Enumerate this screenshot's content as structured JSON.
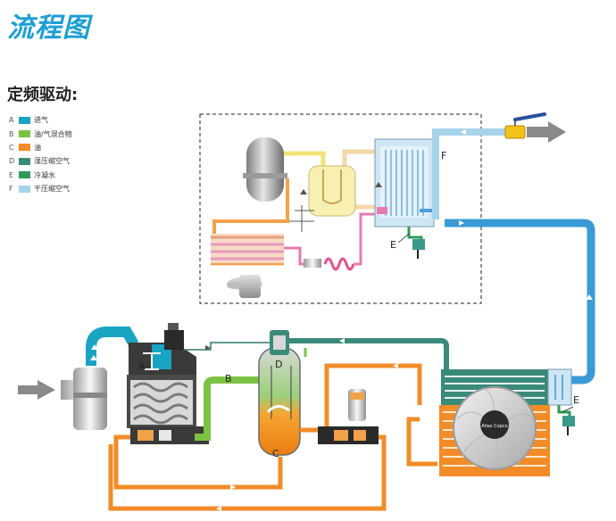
{
  "title": "流程图",
  "subtitle": "定频驱动:",
  "legend": [
    {
      "key": "A",
      "label": "进气",
      "color": "#1aa4c4"
    },
    {
      "key": "B",
      "label": "油/气混合物",
      "color": "#7cc242"
    },
    {
      "key": "C",
      "label": "油",
      "color": "#f28c28"
    },
    {
      "key": "D",
      "label": "湿压缩空气",
      "color": "#3a8a7a"
    },
    {
      "key": "E",
      "label": "冷凝水",
      "color": "#2e9a5a"
    },
    {
      "key": "F",
      "label": "干压缩空气",
      "color": "#a8d4ea"
    }
  ],
  "labels": {
    "a": "A",
    "b": "B",
    "c": "C",
    "d": "D",
    "e_top": "E",
    "e_right": "E",
    "f": "F"
  },
  "logo_text": "Atlas Copco"
}
